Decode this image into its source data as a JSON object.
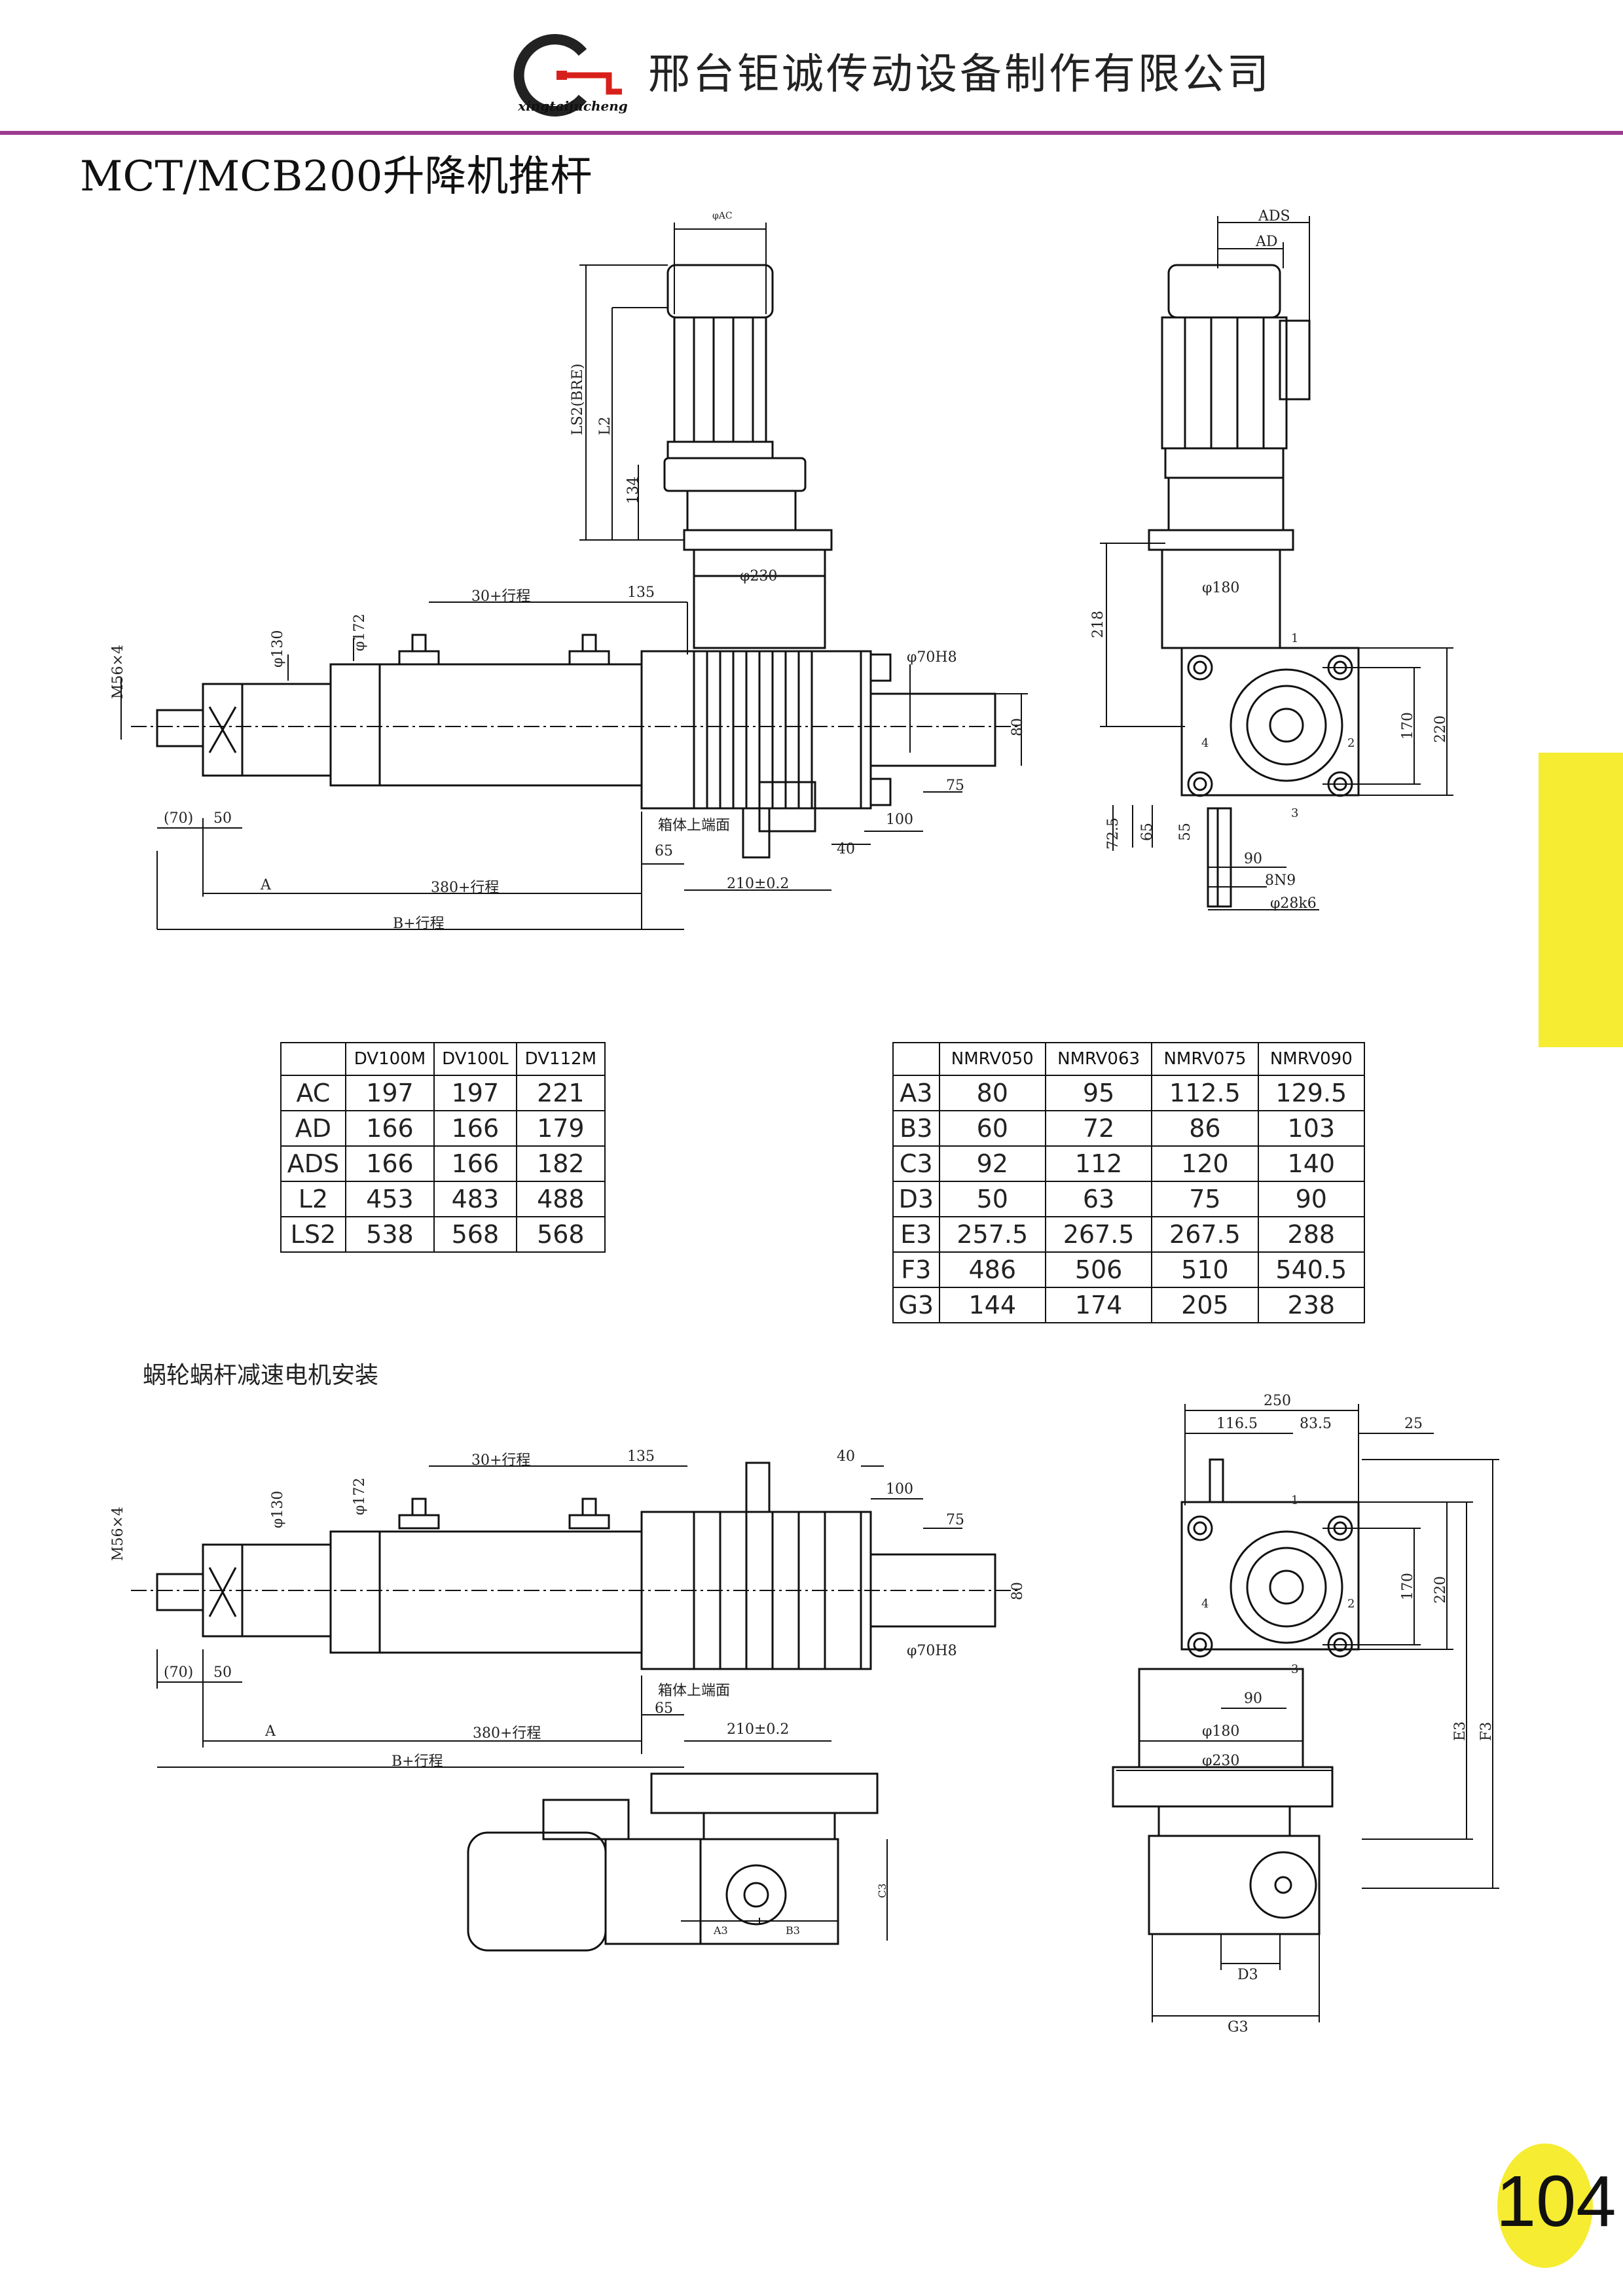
{
  "header": {
    "logo_subtext": "xingtaijucheng",
    "company": "邢台钜诚传动设备制作有限公司"
  },
  "title": "MCT/MCB200升降机推杆",
  "page_number": "104",
  "colors": {
    "header_rule": "#9c3b8f",
    "side_tab": "#f6ec31",
    "logo_red": "#d8201a"
  },
  "section_label": "蜗轮蜗杆减速电机安装",
  "top_drawing": {
    "labels": [
      "φAC",
      "LS2(BRE)",
      "L2",
      "134",
      "φ230",
      "30+行程",
      "135",
      "φ172",
      "φ130",
      "M56×4",
      "φ70H8",
      "80",
      "75",
      "100",
      "40",
      "(70)",
      "50",
      "箱体上端面",
      "65",
      "A",
      "380+行程",
      "210±0.2",
      "B+行程"
    ]
  },
  "side_drawing": {
    "labels": [
      "ADS",
      "AD",
      "218",
      "φ180",
      "1",
      "2",
      "3",
      "4",
      "170",
      "220",
      "72.5",
      "65",
      "55",
      "90",
      "8N9",
      "φ28k6"
    ]
  },
  "bottom_drawing": {
    "labels": [
      "30+行程",
      "135",
      "40",
      "100",
      "75",
      "φ172",
      "φ130",
      "M56×4",
      "80",
      "φ70H8",
      "(70)",
      "50",
      "箱体上端面",
      "65",
      "A",
      "380+行程",
      "210±0.2",
      "B+行程",
      "C3",
      "A3",
      "B3"
    ]
  },
  "bottom_side_drawing": {
    "labels": [
      "250",
      "116.5",
      "83.5",
      "25",
      "1",
      "2",
      "3",
      "4",
      "170",
      "220",
      "90",
      "φ180",
      "φ230",
      "E3",
      "F3",
      "D3",
      "G3"
    ]
  },
  "table_motor": {
    "headers": [
      "",
      "DV100M",
      "DV100L",
      "DV112M"
    ],
    "rows": [
      [
        "AC",
        "197",
        "197",
        "221"
      ],
      [
        "AD",
        "166",
        "166",
        "179"
      ],
      [
        "ADS",
        "166",
        "166",
        "182"
      ],
      [
        "L2",
        "453",
        "483",
        "488"
      ],
      [
        "LS2",
        "538",
        "568",
        "568"
      ]
    ]
  },
  "table_reducer": {
    "headers": [
      "",
      "NMRV050",
      "NMRV063",
      "NMRV075",
      "NMRV090"
    ],
    "rows": [
      [
        "A3",
        "80",
        "95",
        "112.5",
        "129.5"
      ],
      [
        "B3",
        "60",
        "72",
        "86",
        "103"
      ],
      [
        "C3",
        "92",
        "112",
        "120",
        "140"
      ],
      [
        "D3",
        "50",
        "63",
        "75",
        "90"
      ],
      [
        "E3",
        "257.5",
        "267.5",
        "267.5",
        "288"
      ],
      [
        "F3",
        "486",
        "506",
        "510",
        "540.5"
      ],
      [
        "G3",
        "144",
        "174",
        "205",
        "238"
      ]
    ]
  }
}
